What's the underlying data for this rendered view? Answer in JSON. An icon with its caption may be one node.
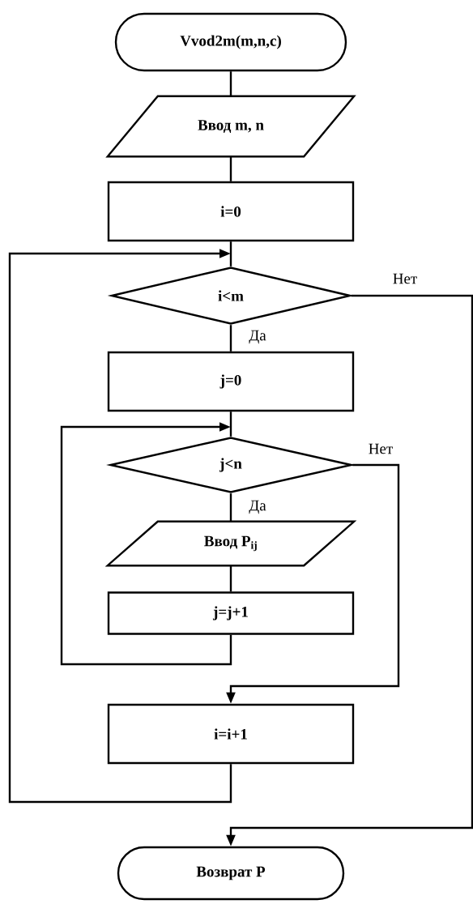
{
  "diagram": {
    "nodes": [
      {
        "text": [
          "Vvod2m(m,n,c)"
        ]
      },
      {
        "text": [
          "Ввод m, n"
        ]
      },
      {
        "text": [
          "i=0"
        ]
      },
      {
        "text": [
          "i<m"
        ]
      },
      {
        "text": [
          "j=0"
        ]
      },
      {
        "text": [
          "j<n"
        ]
      },
      {
        "text": [
          "Ввод P$_{ij}$"
        ]
      },
      {
        "text": [
          "j=j+1"
        ]
      },
      {
        "text": [
          "i=i+1"
        ]
      },
      {
        "text": [
          "Возврат P"
        ]
      }
    ],
    "edges": [
      {
        "from": 0,
        "to": 1,
        "arrow": "none"
      },
      {
        "from": 1,
        "to": 2,
        "arrow": "none"
      },
      {
        "from": 2,
        "to": 3,
        "arrow": "none"
      },
      {
        "from": 8,
        "to": 3,
        "arrow": "to"
      },
      {
        "from": 3,
        "to": 4,
        "label": "Да",
        "arrow": "none"
      },
      {
        "from": 3,
        "to": 9,
        "label": "Нет",
        "arrow": "to"
      },
      {
        "from": 4,
        "to": 5,
        "arrow": "none"
      },
      {
        "from": 7,
        "to": 5,
        "arrow": "to"
      },
      {
        "from": 5,
        "to": 6,
        "label": "Да",
        "arrow": "none"
      },
      {
        "from": 5,
        "to": 8,
        "label": "Нет",
        "arrow": "to"
      },
      {
        "from": 6,
        "to": 7,
        "arrow": "none"
      }
    ]
  }
}
